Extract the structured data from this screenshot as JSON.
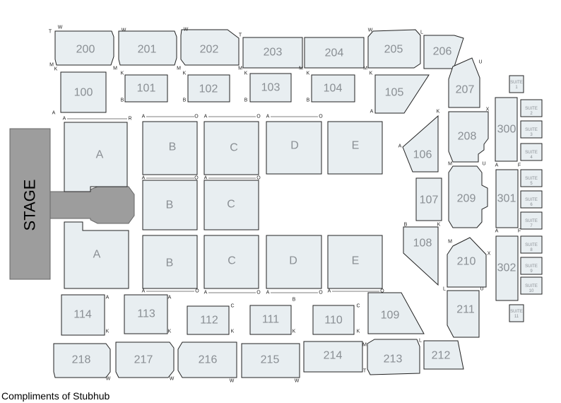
{
  "stage": "STAGE",
  "credit": "Compliments of Stubhub",
  "sections": {
    "s200": "200",
    "s201": "201",
    "s202": "202",
    "s203": "203",
    "s204": "204",
    "s205": "205",
    "s206": "206",
    "s100": "100",
    "s101": "101",
    "s102": "102",
    "s103": "103",
    "s104": "104",
    "s105": "105",
    "s207": "207",
    "s208": "208",
    "s209": "209",
    "s210": "210",
    "s211": "211",
    "s212": "212",
    "s106": "106",
    "s107": "107",
    "s108": "108",
    "s109": "109",
    "s110": "110",
    "s111": "111",
    "s112": "112",
    "s113": "113",
    "s114": "114",
    "s213": "213",
    "s214": "214",
    "s215": "215",
    "s216": "216",
    "s217": "217",
    "s218": "218",
    "s300": "300",
    "s301": "301",
    "s302": "302",
    "fA1": "A",
    "fA2": "A",
    "fB1": "B",
    "fB2": "B",
    "fB3": "B",
    "fC1": "C",
    "fC2": "C",
    "fC3": "C",
    "fD1": "D",
    "fD2": "D",
    "fE1": "E",
    "fE2": "E"
  },
  "suites": {
    "st1": "SUITE 1",
    "st2": "SUITE 2",
    "st3": "SUITE 3",
    "st4": "SUITE 4",
    "st5": "SUITE 5",
    "st6": "SUITE 6",
    "st7": "SUITE 7",
    "st8": "SUITE 8",
    "st9": "SUITE 9",
    "st10": "SUITE 10",
    "st11": "SUITE 11"
  },
  "row_letters": {
    "A": "A",
    "B": "B",
    "C": "C",
    "K": "K",
    "L": "L",
    "M": "M",
    "O": "O",
    "R": "R",
    "T": "T",
    "U": "U",
    "W": "W",
    "X": "X",
    "F": "F"
  }
}
